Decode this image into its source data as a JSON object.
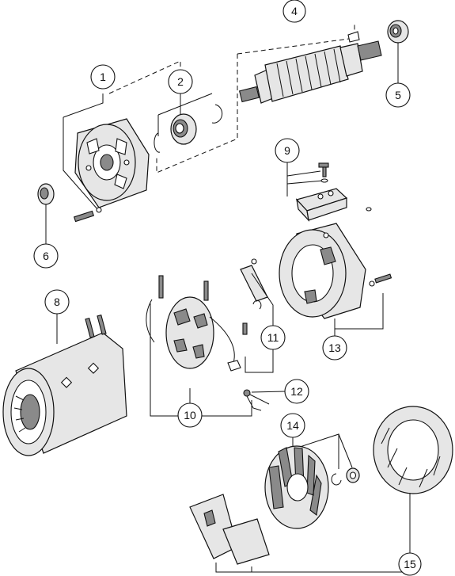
{
  "diagram": {
    "callouts": [
      {
        "id": "1",
        "label": "1"
      },
      {
        "id": "2",
        "label": "2"
      },
      {
        "id": "4",
        "label": "4"
      },
      {
        "id": "5",
        "label": "5"
      },
      {
        "id": "6",
        "label": "6"
      },
      {
        "id": "8",
        "label": "8"
      },
      {
        "id": "9",
        "label": "9"
      },
      {
        "id": "10",
        "label": "10"
      },
      {
        "id": "11",
        "label": "11"
      },
      {
        "id": "12",
        "label": "12"
      },
      {
        "id": "13",
        "label": "13"
      },
      {
        "id": "14",
        "label": "14"
      },
      {
        "id": "15",
        "label": "15"
      }
    ]
  }
}
